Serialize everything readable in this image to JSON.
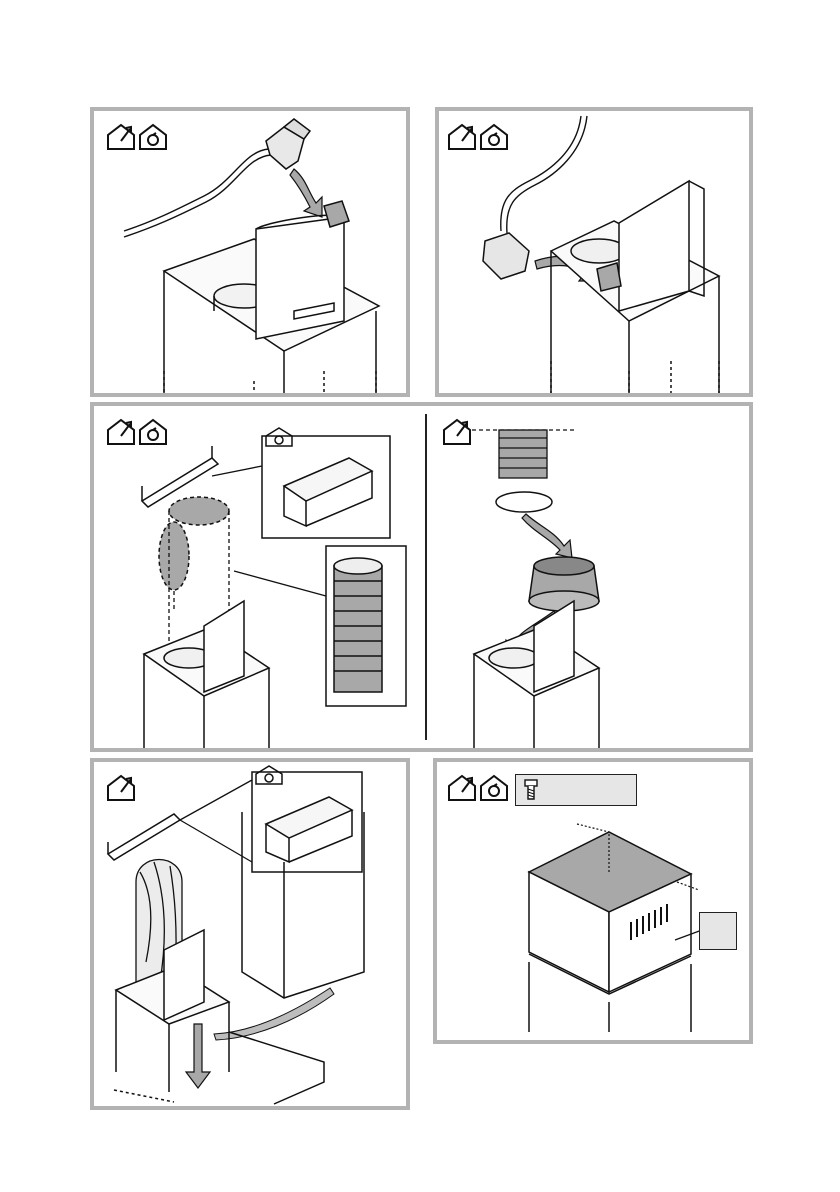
{
  "page": {
    "background": "#ffffff",
    "frame_color": "#b3b3b3",
    "fill_gray": "#a8a8a8"
  },
  "panels": [
    {
      "id": "p1",
      "icons": [
        "house-exhaust-icon",
        "house-recirculation-icon"
      ],
      "content": "power-plug-insertion"
    },
    {
      "id": "p2",
      "icons": [
        "house-exhaust-icon",
        "house-recirculation-icon"
      ],
      "content": "power-plug-connection"
    },
    {
      "id": "p3a",
      "icons": [
        "house-exhaust-icon",
        "house-recirculation-icon"
      ],
      "content": "duct-options"
    },
    {
      "id": "p3b",
      "icons": [
        "house-exhaust-icon"
      ],
      "content": "flexible-duct-clamp-adapter"
    },
    {
      "id": "p4",
      "icons": [
        "house-exhaust-icon"
      ],
      "content": "exhaust-duct-chimney"
    },
    {
      "id": "p5",
      "icons": [
        "house-exhaust-icon",
        "house-recirculation-icon",
        "screw-icon"
      ],
      "content": "chimney-cover-screws"
    }
  ],
  "screw_box": {
    "label": ""
  },
  "side_label": {
    "text": ""
  }
}
